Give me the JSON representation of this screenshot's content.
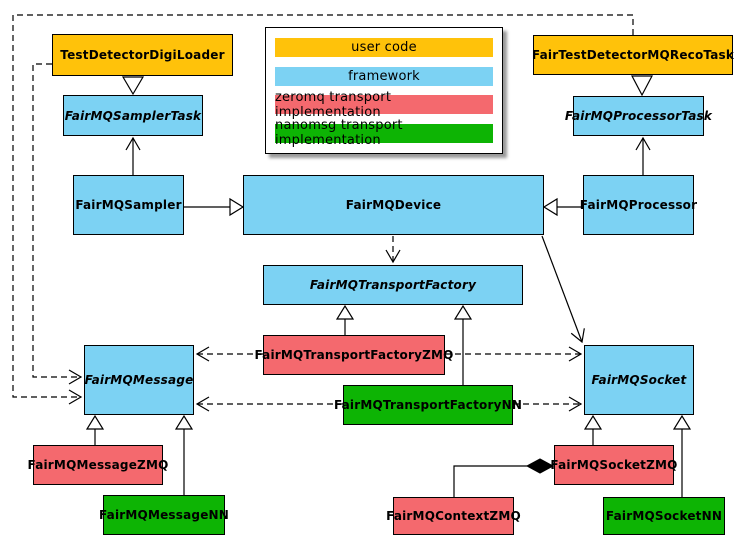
{
  "legend": {
    "items": [
      {
        "label": "user code",
        "color": "#FFC20A"
      },
      {
        "label": "framework",
        "color": "#7CD2F3"
      },
      {
        "label": "zeromq transport implementation",
        "color": "#F4696E"
      },
      {
        "label": "nanomsg transport implementation",
        "color": "#0DB404"
      }
    ]
  },
  "nodes": {
    "test_detector_digi_loader": {
      "label": "TestDetectorDigiLoader",
      "category": "user code"
    },
    "fair_test_detector_mq_reco_task": {
      "label": "FairTestDetectorMQRecoTask",
      "category": "user code"
    },
    "fairmq_sampler_task": {
      "label": "FairMQSamplerTask",
      "category": "framework",
      "abstract": true
    },
    "fairmq_processor_task": {
      "label": "FairMQProcessorTask",
      "category": "framework",
      "abstract": true
    },
    "fairmq_sampler": {
      "label": "FairMQSampler",
      "category": "framework"
    },
    "fairmq_device": {
      "label": "FairMQDevice",
      "category": "framework"
    },
    "fairmq_processor": {
      "label": "FairMQProcessor",
      "category": "framework"
    },
    "fairmq_transport_factory": {
      "label": "FairMQTransportFactory",
      "category": "framework",
      "abstract": true
    },
    "fairmq_transport_factory_zmq": {
      "label": "FairMQTransportFactoryZMQ",
      "category": "zeromq transport implementation"
    },
    "fairmq_transport_factory_nn": {
      "label": "FairMQTransportFactoryNN",
      "category": "nanomsg transport implementation"
    },
    "fairmq_message": {
      "label": "FairMQMessage",
      "category": "framework",
      "abstract": true
    },
    "fairmq_socket": {
      "label": "FairMQSocket",
      "category": "framework",
      "abstract": true
    },
    "fairmq_message_zmq": {
      "label": "FairMQMessageZMQ",
      "category": "zeromq transport implementation"
    },
    "fairmq_message_nn": {
      "label": "FairMQMessageNN",
      "category": "nanomsg transport implementation"
    },
    "fairmq_socket_zmq": {
      "label": "FairMQSocketZMQ",
      "category": "zeromq transport implementation"
    },
    "fairmq_context_zmq": {
      "label": "FairMQContextZMQ",
      "category": "zeromq transport implementation"
    },
    "fairmq_socket_nn": {
      "label": "FairMQSocketNN",
      "category": "nanomsg transport implementation"
    }
  },
  "edges": [
    {
      "from": "TestDetectorDigiLoader",
      "to": "FairMQSamplerTask",
      "style": "solid",
      "head": "hollow-triangle"
    },
    {
      "from": "FairTestDetectorMQRecoTask",
      "to": "FairMQProcessorTask",
      "style": "solid",
      "head": "hollow-triangle"
    },
    {
      "from": "FairMQSampler",
      "to": "FairMQSamplerTask",
      "style": "solid",
      "head": "open-arrow"
    },
    {
      "from": "FairMQProcessor",
      "to": "FairMQProcessorTask",
      "style": "solid",
      "head": "open-arrow"
    },
    {
      "from": "FairMQSampler",
      "to": "FairMQDevice",
      "style": "solid",
      "head": "hollow-triangle"
    },
    {
      "from": "FairMQProcessor",
      "to": "FairMQDevice",
      "style": "solid",
      "head": "hollow-triangle"
    },
    {
      "from": "FairMQDevice",
      "to": "FairMQTransportFactory",
      "style": "dashed",
      "head": "open-arrow"
    },
    {
      "from": "FairMQDevice",
      "to": "FairMQSocket",
      "style": "solid",
      "head": "open-arrow"
    },
    {
      "from": "FairMQTransportFactoryZMQ",
      "to": "FairMQTransportFactory",
      "style": "solid",
      "head": "hollow-triangle"
    },
    {
      "from": "FairMQTransportFactoryNN",
      "to": "FairMQTransportFactory",
      "style": "solid",
      "head": "hollow-triangle"
    },
    {
      "from": "FairMQTransportFactoryZMQ",
      "to": "FairMQMessage",
      "style": "dashed",
      "head": "open-arrow"
    },
    {
      "from": "FairMQTransportFactoryZMQ",
      "to": "FairMQSocket",
      "style": "dashed",
      "head": "open-arrow"
    },
    {
      "from": "FairMQTransportFactoryNN",
      "to": "FairMQMessage",
      "style": "dashed",
      "head": "open-arrow"
    },
    {
      "from": "FairMQTransportFactoryNN",
      "to": "FairMQSocket",
      "style": "dashed",
      "head": "open-arrow"
    },
    {
      "from": "TestDetectorDigiLoader",
      "to": "FairMQMessage",
      "style": "dashed",
      "head": "open-arrow"
    },
    {
      "from": "FairTestDetectorMQRecoTask",
      "to": "FairMQMessage",
      "style": "dashed",
      "head": "open-arrow"
    },
    {
      "from": "FairMQMessageZMQ",
      "to": "FairMQMessage",
      "style": "solid",
      "head": "hollow-triangle"
    },
    {
      "from": "FairMQMessageNN",
      "to": "FairMQMessage",
      "style": "solid",
      "head": "hollow-triangle"
    },
    {
      "from": "FairMQSocketZMQ",
      "to": "FairMQSocket",
      "style": "solid",
      "head": "hollow-triangle"
    },
    {
      "from": "FairMQSocketNN",
      "to": "FairMQSocket",
      "style": "solid",
      "head": "hollow-triangle"
    },
    {
      "from": "FairMQContextZMQ",
      "to": "FairMQSocketZMQ",
      "style": "solid",
      "head": "filled-diamond"
    }
  ],
  "colors": {
    "user_code": "#FFC20A",
    "framework": "#7CD2F3",
    "zeromq": "#F4696E",
    "nanomsg": "#0DB404",
    "line": "#000000",
    "background": "#ffffff"
  }
}
